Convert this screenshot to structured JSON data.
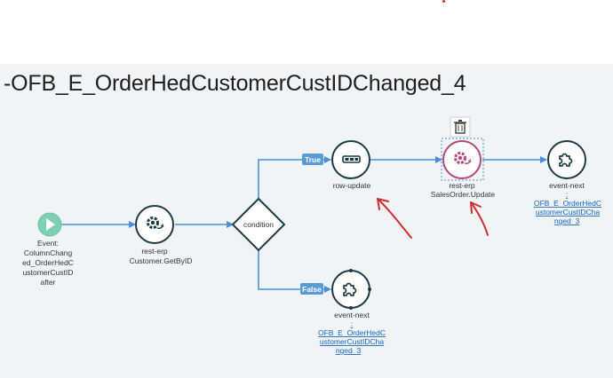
{
  "flow": {
    "title": "-OFB_E_OrderHedCustomerCustIDChanged_4"
  },
  "nodes": {
    "start": {
      "label_lines": [
        "Event:",
        "ColumnChang",
        "ed_OrderHedC",
        "ustomerCustID",
        "after"
      ],
      "icon": "play-icon"
    },
    "rest_customer": {
      "type_label": "rest-erp",
      "sub_label": "Customer.GetByID",
      "icon": "gear-sync-icon"
    },
    "condition": {
      "label": "condition"
    },
    "row_update": {
      "label": "row-update",
      "icon": "table-row-icon"
    },
    "rest_salesorder": {
      "type_label": "rest-erp",
      "sub_label": "SalesOrder.Update",
      "icon": "gear-sync-icon",
      "toolbar_icon": "trash-icon"
    },
    "event_next_top": {
      "type_label": "event-next",
      "link_lines": [
        ":",
        "OFB_E_OrderHedC",
        "ustomerCustIDCha",
        "nged_3"
      ],
      "icon": "puzzle-icon"
    },
    "event_next_bottom": {
      "type_label": "event-next",
      "link_lines": [
        ":",
        "OFB_E_OrderHedC",
        "ustomerCustIDCha",
        "nged_3"
      ],
      "icon": "puzzle-icon"
    }
  },
  "branches": {
    "true_label": "True",
    "false_label": "False"
  },
  "colors": {
    "canvas_bg": "#f1f4f7",
    "edge": "#4a90d9",
    "node_border": "#1d3b45",
    "start_fill": "#7fcfb3",
    "selected_node": "#b5497c",
    "annotation": "#d32f2f",
    "link": "#1565c0"
  }
}
